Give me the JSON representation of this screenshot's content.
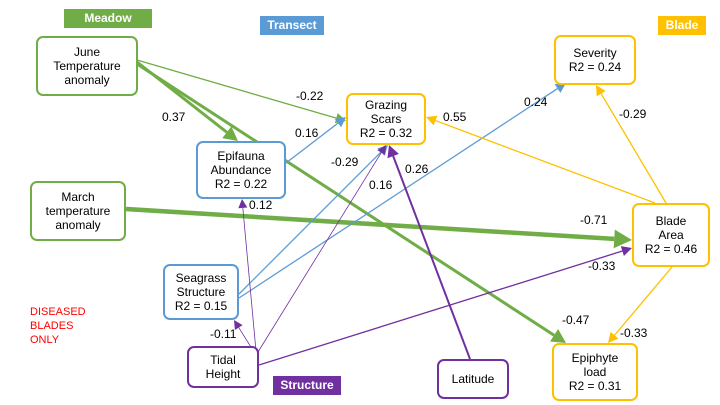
{
  "colors": {
    "meadow": "#70ad47",
    "transect": "#5b9bd5",
    "blade": "#ffc000",
    "structure": "#7030a0",
    "note": "#ff0000"
  },
  "tags": {
    "meadow": "Meadow",
    "transect": "Transect",
    "blade": "Blade",
    "structure": "Structure"
  },
  "nodes": {
    "june": [
      "June",
      "Temperature",
      "anomaly"
    ],
    "march": [
      "March",
      "temperature",
      "anomaly"
    ],
    "epifauna": [
      "Epifauna",
      "Abundance",
      "R2 = 0.22"
    ],
    "grazing": [
      "Grazing",
      "Scars",
      "R2 = 0.32"
    ],
    "seagrass": [
      "Seagrass",
      "Structure",
      "R2 = 0.15"
    ],
    "tidal": [
      "Tidal",
      "Height"
    ],
    "latitude": [
      "Latitude"
    ],
    "severity": [
      "Severity",
      "R2 = 0.24"
    ],
    "blade_area": [
      "Blade",
      "Area",
      "R2 = 0.46"
    ],
    "epiphyte": [
      "Epiphyte",
      "load",
      "R2 = 0.31"
    ]
  },
  "note": [
    "DISEASED",
    "BLADES",
    "ONLY"
  ],
  "paths": [
    {
      "from": "june",
      "to": "grazing",
      "coef": "-0.22",
      "color": "meadow",
      "weight": "thin"
    },
    {
      "from": "june",
      "to": "epifauna",
      "coef": "0.37",
      "color": "meadow",
      "weight": "heavy"
    },
    {
      "from": "june",
      "to": "epiphyte",
      "coef": "-0.47",
      "color": "meadow",
      "weight": "heavy"
    },
    {
      "from": "march",
      "to": "blade_area",
      "coef": "-0.71",
      "color": "meadow",
      "weight": "heaviest"
    },
    {
      "from": "epifauna",
      "to": "grazing",
      "coef": "0.16",
      "color": "transect",
      "weight": "thin"
    },
    {
      "from": "seagrass",
      "to": "grazing",
      "coef": "-0.29",
      "color": "transect",
      "weight": "thin"
    },
    {
      "from": "seagrass",
      "to": "severity",
      "coef": "0.24",
      "color": "transect",
      "weight": "thin"
    },
    {
      "from": "tidal",
      "to": "epifauna",
      "coef": "0.12",
      "color": "structure",
      "weight": "hair"
    },
    {
      "from": "tidal",
      "to": "grazing",
      "coef": "0.16",
      "color": "structure",
      "weight": "hair"
    },
    {
      "from": "tidal",
      "to": "seagrass",
      "coef": "-0.11",
      "color": "structure",
      "weight": "hair"
    },
    {
      "from": "tidal",
      "to": "blade_area",
      "coef": "-0.33",
      "color": "structure",
      "weight": "thin"
    },
    {
      "from": "latitude",
      "to": "grazing",
      "coef": "0.26",
      "color": "structure",
      "weight": "medium"
    },
    {
      "from": "blade_area",
      "to": "grazing",
      "coef": "0.55",
      "color": "blade",
      "weight": "thin"
    },
    {
      "from": "blade_area",
      "to": "severity",
      "coef": "-0.29",
      "color": "blade",
      "weight": "thin"
    },
    {
      "from": "blade_area",
      "to": "epiphyte",
      "coef": "-0.33",
      "color": "blade",
      "weight": "thin"
    }
  ]
}
